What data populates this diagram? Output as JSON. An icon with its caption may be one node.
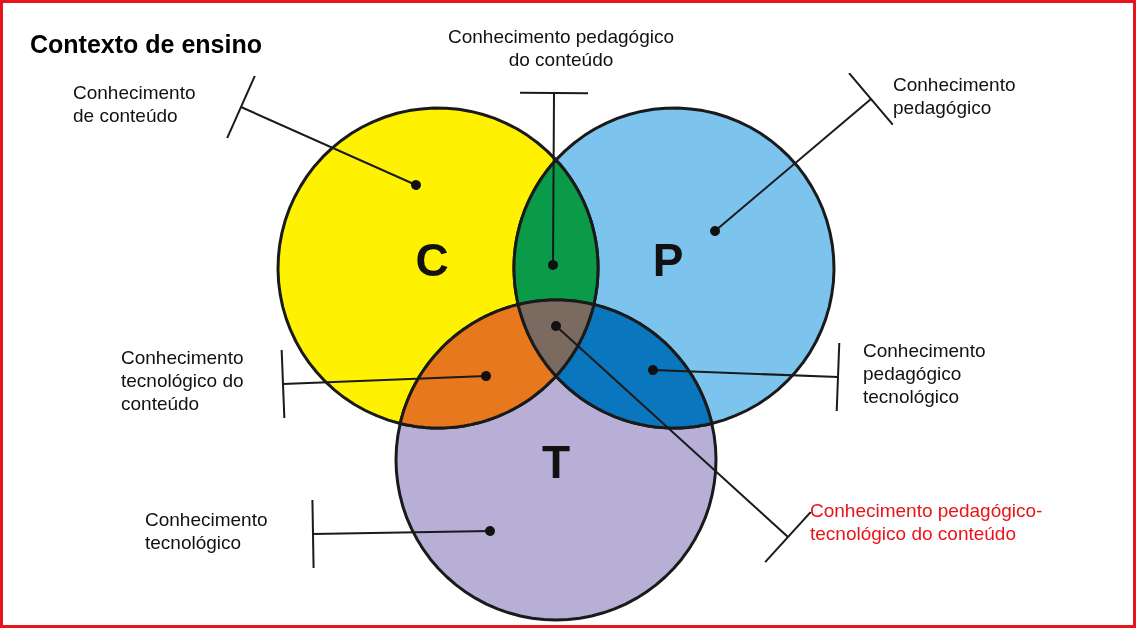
{
  "diagram": {
    "nodes": [
      {
        "text": [
          "Contexto de ensino"
        ]
      },
      {
        "text": [
          "C"
        ],
        "in": 0
      },
      {
        "text": [
          "P"
        ],
        "in": 0
      },
      {
        "text": [
          "T"
        ],
        "in": 0
      },
      {
        "text": [],
        "shape": "lens",
        "in": 0
      },
      {
        "text": [],
        "shape": "lens",
        "in": 0
      },
      {
        "text": [],
        "shape": "lens",
        "in": 0
      },
      {
        "text": [],
        "shape": "triangle",
        "in": 0
      },
      {
        "text": [
          "Conhecimento pedagógico do conteúdo"
        ],
        "in": 0
      },
      {
        "text": [
          "Conhecimento pedagógico"
        ],
        "in": 0
      },
      {
        "text": [
          "Conhecimento de conteúdo"
        ],
        "in": 0
      },
      {
        "text": [
          "Conhecimento tecnológico do conteúdo"
        ],
        "in": 0
      },
      {
        "text": [
          "Conhecimento pedagógico tecnológico"
        ],
        "in": 0
      },
      {
        "text": [
          "Conhecimento tecnológico"
        ],
        "in": 0
      },
      {
        "text": [
          "Conhecimento pedagógico-tecnológico do conteúdo"
        ],
        "in": 0
      }
    ],
    "edges": [
      {
        "from": 8,
        "to": 4,
        "arrow": "other"
      },
      {
        "from": 9,
        "to": 2,
        "arrow": "other"
      },
      {
        "from": 10,
        "to": 1,
        "arrow": "other"
      },
      {
        "from": 11,
        "to": 5,
        "arrow": "other"
      },
      {
        "from": 12,
        "to": 6,
        "arrow": "other"
      },
      {
        "from": 13,
        "to": 3,
        "arrow": "other"
      },
      {
        "from": 14,
        "to": 7,
        "arrow": "other"
      }
    ]
  }
}
